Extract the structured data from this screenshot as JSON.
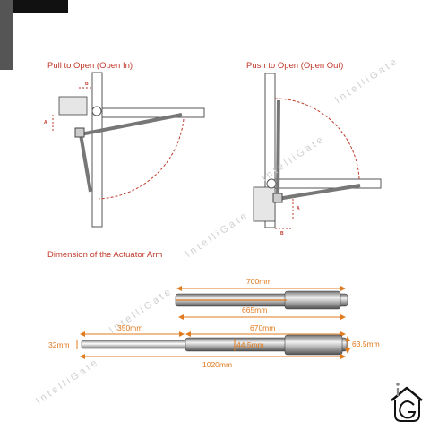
{
  "headings": {
    "pull": "Pull to Open (Open In)",
    "push": "Push to Open (Open Out)",
    "dimension": "Dimension of the Actuator Arm"
  },
  "markers": {
    "a": "A",
    "b": "B"
  },
  "dimensions": {
    "d700": "700mm",
    "d665": "665mm",
    "d350": "350mm",
    "d670": "670mm",
    "d32": "32mm",
    "d44": "44.5mm",
    "d63": "63.5mm",
    "d1020": "1020mm"
  },
  "watermark": "IntelliGate",
  "colors": {
    "heading": "#c0392b",
    "dimension": "#e07b20",
    "arc": "#c0392b",
    "post": "#e6e6e6"
  }
}
